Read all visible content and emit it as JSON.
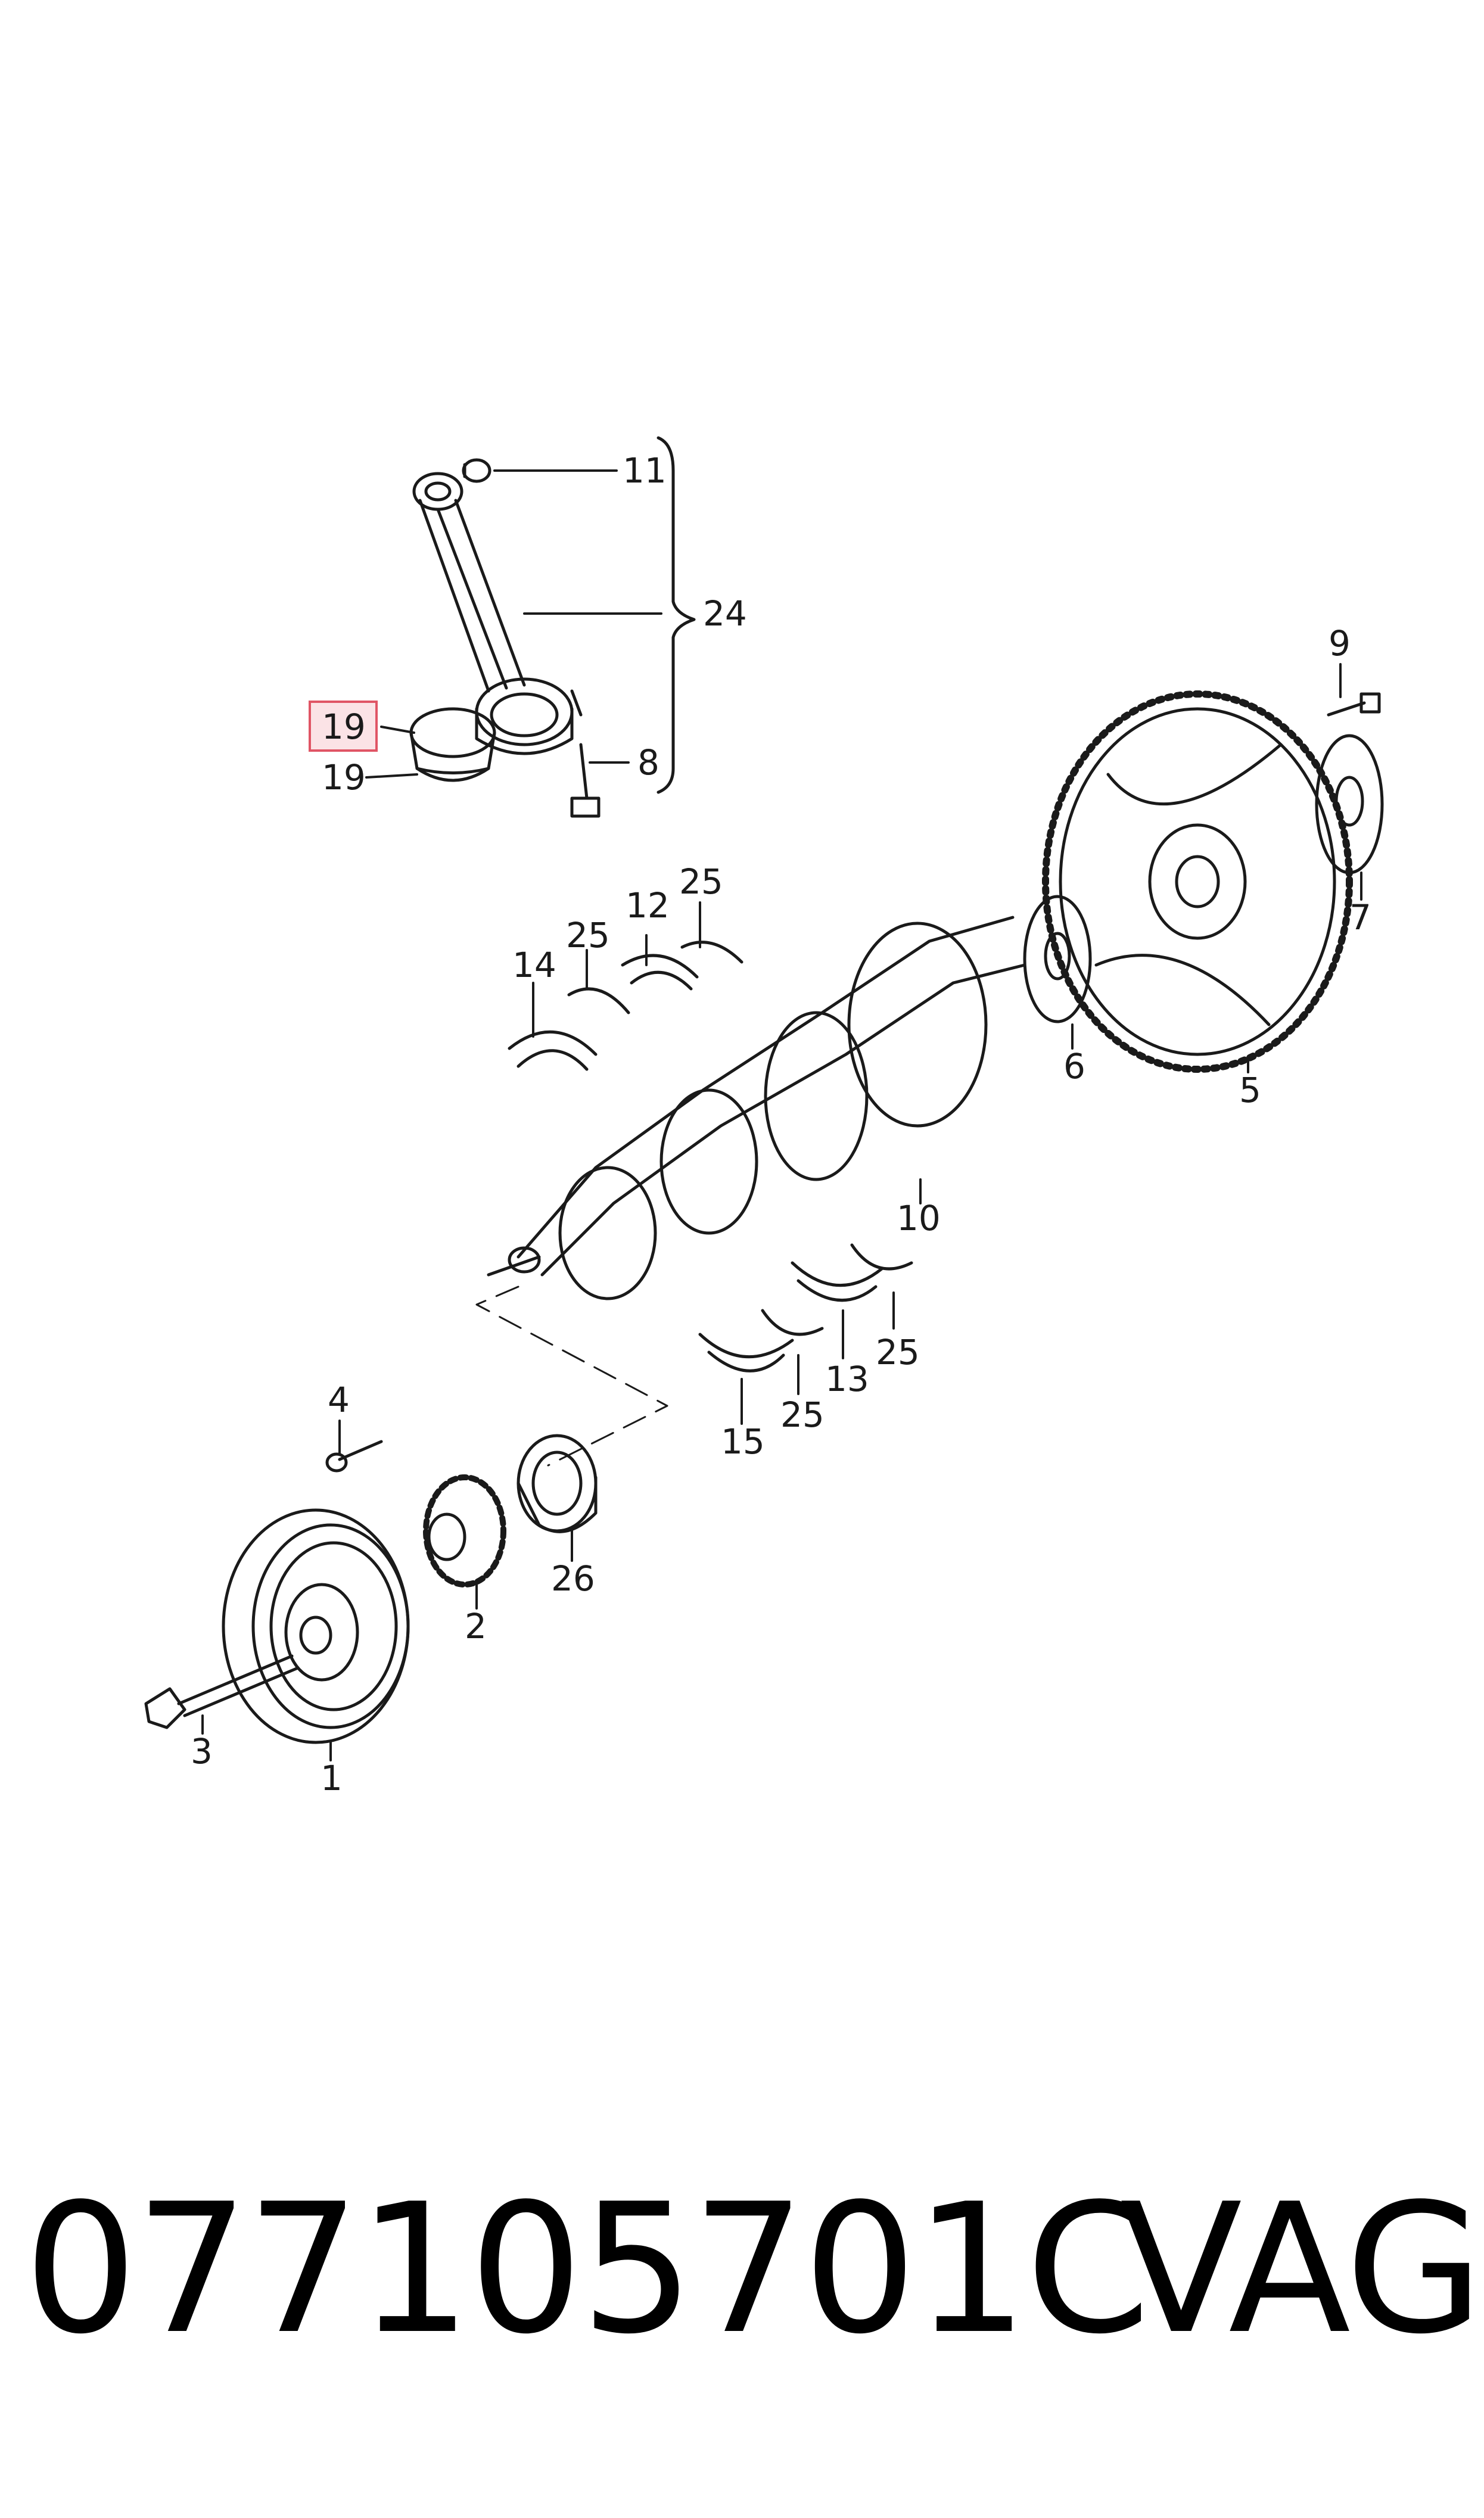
{
  "diagram": {
    "highlighted_callout": "19",
    "highlight_color": "#e05565",
    "highlight_fill": "#fbe3e6",
    "callouts": {
      "c11": "11",
      "c24": "24",
      "c19a": "19",
      "c19b": "19",
      "c8": "8",
      "c9": "9",
      "c7": "7",
      "c25a": "25",
      "c12": "12",
      "c25b": "25",
      "c14": "14",
      "c6": "6",
      "c5": "5",
      "c10": "10",
      "c25c": "25",
      "c13": "13",
      "c25d": "25",
      "c15": "15",
      "c4": "4",
      "c26": "26",
      "c2": "2",
      "c3": "3",
      "c1": "1"
    }
  },
  "footer": {
    "part_number": "077105701C",
    "brand": "VAG"
  }
}
